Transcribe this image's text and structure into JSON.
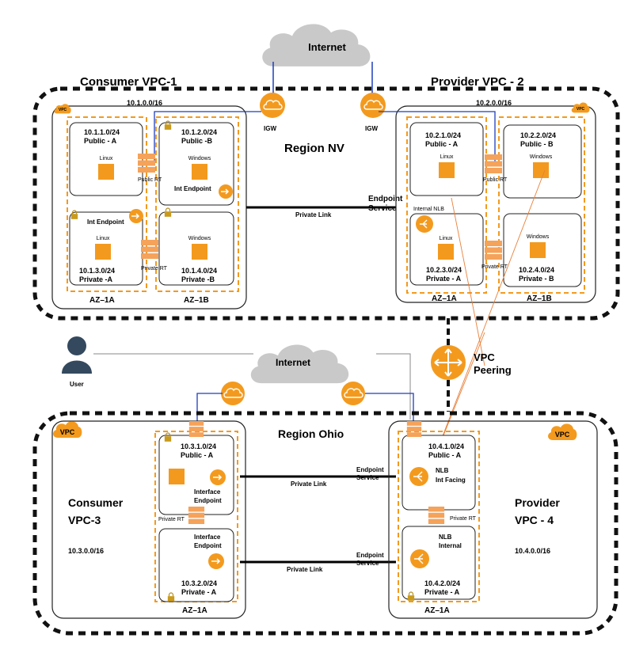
{
  "regions": {
    "nv": {
      "label": "Region NV"
    },
    "ohio": {
      "label": "Region Ohio"
    }
  },
  "internet": {
    "top": "Internet",
    "bottom": "Internet"
  },
  "igw": {
    "left": "IGW",
    "right": "IGW"
  },
  "user": "User",
  "vpc_badge": "VPC",
  "vpc_peering": "VPC\nPeering",
  "vpc1": {
    "title": "Consumer VPC-1",
    "cidr": "10.1.0.0/16",
    "subnets": [
      {
        "cidr": "10.1.1.0/24",
        "name": "Public - A",
        "os": "Linux"
      },
      {
        "cidr": "10.1.2.0/24",
        "name": "Public -B",
        "os": "Windows"
      },
      {
        "cidr": "10.1.3.0/24",
        "name": "Private -A",
        "os": "Linux"
      },
      {
        "cidr": "10.1.4.0/24",
        "name": "Private -B",
        "os": "Windows"
      }
    ],
    "az": [
      "AZ–1A",
      "AZ–1B"
    ],
    "endpoint_b": "Int Endpoint",
    "endpoint_a": "Int Endpoint",
    "public_rt": "Public RT",
    "private_rt": "Private RT"
  },
  "vpc2": {
    "title": "Provider VPC - 2",
    "cidr": "10.2.0.0/16",
    "subnets": [
      {
        "cidr": "10.2.1.0/24",
        "name": "Public - A",
        "os": "Linux"
      },
      {
        "cidr": "10.2.2.0/24",
        "name": "Public - B",
        "os": "Windows"
      },
      {
        "cidr": "10.2.3.0/24",
        "name": "Private - A",
        "os": "Linux"
      },
      {
        "cidr": "10.2.4.0/24",
        "name": "Private - B",
        "os": "Windows"
      }
    ],
    "az": [
      "AZ–1A",
      "AZ–1B"
    ],
    "internal_nlb": "Internal NLB",
    "public_rt": "Public RT",
    "private_rt": "Private RT"
  },
  "link_top": {
    "private_link": "Private  Link",
    "endpoint_service": "Endpoint\nService"
  },
  "vpc3": {
    "title": "Consumer\nVPC-3",
    "cidr": "10.3.0.0/16",
    "subnets": [
      {
        "cidr": "10.3.1.0/24",
        "name": "Public - A",
        "endpoint": "Interface\nEndpoint"
      },
      {
        "cidr": "10.3.2.0/24",
        "name": "Private - A",
        "endpoint": "Interface\nEndpoint"
      }
    ],
    "az": "AZ–1A",
    "private_rt": "Private RT"
  },
  "vpc4": {
    "title": "Provider\nVPC - 4",
    "cidr": "10.4.0.0/16",
    "subnets": [
      {
        "cidr": "10.4.1.0/24",
        "name": "Public - A",
        "nlb": "NLB\nInt Facing"
      },
      {
        "cidr": "10.4.2.0/24",
        "name": "Private - A",
        "nlb": "NLB\nInternal"
      }
    ],
    "az": "AZ–1A",
    "private_rt": "Private RT"
  },
  "link_bottom": [
    {
      "private_link": "Private  Link",
      "endpoint_service": "Endpoint\nService"
    },
    {
      "private_link": "Private  Link",
      "endpoint_service": "Endpoint\nService"
    }
  ],
  "colors": {
    "orange": "#f39a1e",
    "cloud": "#c9c9c9",
    "line_blue": "#1e3dbd",
    "peering_line": "#e8803a",
    "user": "#34495e"
  }
}
